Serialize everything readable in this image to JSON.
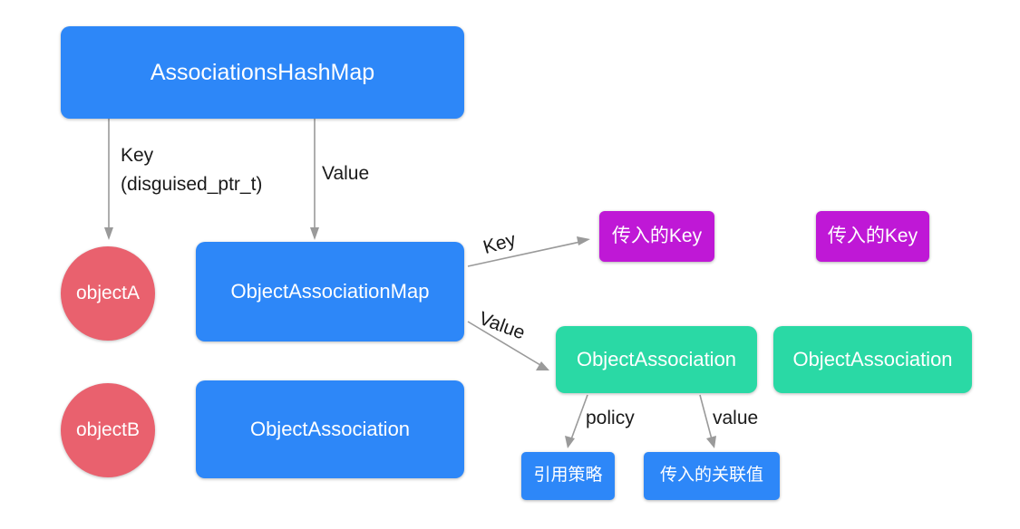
{
  "diagram": {
    "title": "AssociationsHashMap object association structure",
    "colors": {
      "blue": "#2d87f8",
      "red": "#e9616e",
      "purple": "#bf18d6",
      "green": "#2ad9a5",
      "arrow": "#9a9a9a",
      "text_dark": "#1a1a1a",
      "text_light": "#ffffff",
      "background": "#ffffff"
    },
    "nodes": {
      "associations_hash_map": "AssociationsHashMap",
      "object_a": "objectA",
      "object_b": "objectB",
      "object_association_map": "ObjectAssociationMap",
      "object_association_left": "ObjectAssociation",
      "passed_key_1": "传入的Key",
      "passed_key_2": "传入的Key",
      "object_association_1": "ObjectAssociation",
      "object_association_2": "ObjectAssociation",
      "reference_policy": "引用策略",
      "passed_associated_value": "传入的关联值"
    },
    "edge_labels": {
      "key_line1": "Key",
      "key_line2": "(disguised_ptr_t)",
      "value": "Value",
      "key_right": "Key",
      "value_right": "Value",
      "policy": "policy",
      "value_bottom": "value"
    }
  }
}
